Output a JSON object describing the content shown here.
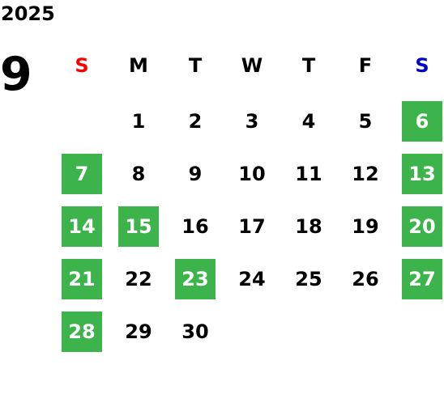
{
  "calendar": {
    "year": "2025",
    "month": "9",
    "colors": {
      "sunday_header": "#ff0000",
      "saturday_header": "#0000cc",
      "holiday_background": "#3cb44b",
      "holiday_text": "#ffffff",
      "text": "#000000"
    },
    "weekdays": [
      {
        "label": "S",
        "type": "sunday"
      },
      {
        "label": "M",
        "type": "weekday"
      },
      {
        "label": "T",
        "type": "weekday"
      },
      {
        "label": "W",
        "type": "weekday"
      },
      {
        "label": "T",
        "type": "weekday"
      },
      {
        "label": "F",
        "type": "weekday"
      },
      {
        "label": "S",
        "type": "saturday"
      }
    ],
    "first_weekday_index": 1,
    "days": [
      {
        "day": "1",
        "highlighted": false
      },
      {
        "day": "2",
        "highlighted": false
      },
      {
        "day": "3",
        "highlighted": false
      },
      {
        "day": "4",
        "highlighted": false
      },
      {
        "day": "5",
        "highlighted": false
      },
      {
        "day": "6",
        "highlighted": true
      },
      {
        "day": "7",
        "highlighted": true
      },
      {
        "day": "8",
        "highlighted": false
      },
      {
        "day": "9",
        "highlighted": false
      },
      {
        "day": "10",
        "highlighted": false
      },
      {
        "day": "11",
        "highlighted": false
      },
      {
        "day": "12",
        "highlighted": false
      },
      {
        "day": "13",
        "highlighted": true
      },
      {
        "day": "14",
        "highlighted": true
      },
      {
        "day": "15",
        "highlighted": true
      },
      {
        "day": "16",
        "highlighted": false
      },
      {
        "day": "17",
        "highlighted": false
      },
      {
        "day": "18",
        "highlighted": false
      },
      {
        "day": "19",
        "highlighted": false
      },
      {
        "day": "20",
        "highlighted": true
      },
      {
        "day": "21",
        "highlighted": true
      },
      {
        "day": "22",
        "highlighted": false
      },
      {
        "day": "23",
        "highlighted": true
      },
      {
        "day": "24",
        "highlighted": false
      },
      {
        "day": "25",
        "highlighted": false
      },
      {
        "day": "26",
        "highlighted": false
      },
      {
        "day": "27",
        "highlighted": true
      },
      {
        "day": "28",
        "highlighted": true
      },
      {
        "day": "29",
        "highlighted": false
      },
      {
        "day": "30",
        "highlighted": false
      }
    ]
  }
}
